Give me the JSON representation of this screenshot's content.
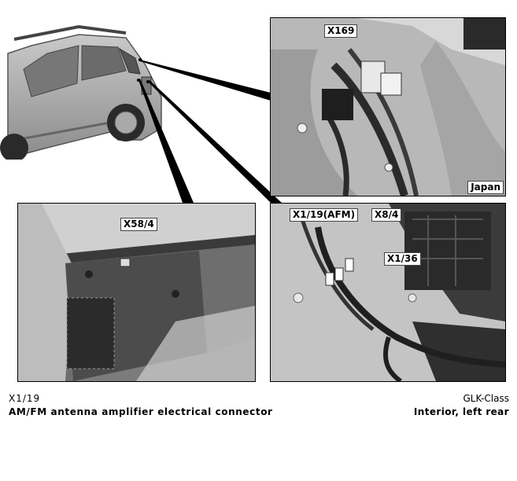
{
  "labels": {
    "top_right": "X169",
    "japan": "Japan",
    "bottom_left": "X58/4",
    "bottom_right_1": "X1/19(AFM)",
    "bottom_right_2": "X8/4",
    "bottom_right_3": "X1/36"
  },
  "caption": {
    "code": "X1/19",
    "description": "AM/FM antenna amplifier electrical connector",
    "model": "GLK-Class",
    "location": "Interior, left rear"
  }
}
